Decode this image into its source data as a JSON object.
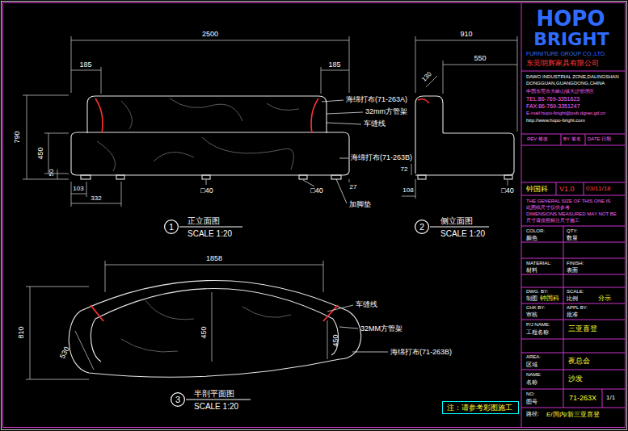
{
  "diagram": {
    "nodes": [
      {
        "text": [
          "1"
        ]
      },
      {
        "text": [
          "2"
        ]
      },
      {
        "text": [
          "3"
        ]
      },
      {
        "text": [
          "注：请参考彩图施工"
        ]
      }
    ],
    "labels": [
      "2500",
      "185",
      "185",
      "790",
      "450",
      "50",
      "103",
      "332",
      "□40",
      "□40",
      "27",
      "海绵打布(71-263A)",
      "32mm方管架",
      "车缝线",
      "海绵打布(71-263B)",
      "加脚垫",
      "正立面图",
      "SCALE 1:20",
      "910",
      "550",
      "130",
      "72",
      "108",
      "□40",
      "侧立面图",
      "SCALE 1:20",
      "1858",
      "810",
      "530",
      "450",
      "450",
      "车缝线",
      "32MM方管架",
      "海绵打布(71-263B)",
      "半剖平面图",
      "SCALE 1:20",
      "HOPO",
      "BRIGHT",
      "FURNITURE GROUP CO.,LTD.",
      "东莞明辉家具有限公司",
      "DAWO INDUSTRIAL ZONE,DALINGSHAN",
      "DONGGUAN,GUANGDONG,CHINA",
      "中国东莞市大岭山镇大沙管理区",
      "TEL:86-769-3351623",
      "FAX:86-769-3351247",
      "E-mail:hopo-bright@pub.dgnet.gd.cn",
      "http://www.hopo-bright.com",
      "REV 修改",
      "BY 签名",
      "DATE 日期",
      "钟国科",
      "V1.0",
      "03/11/18",
      "THE GENERAL SIZE OF THIS ONE IS",
      "此图纸尺寸仅供参考",
      "DIMENSIONS MEASURED MAY NOT BE",
      "尺寸请按照标注尺寸施工",
      "COLOR:",
      "QTY:",
      "颜色",
      "数量",
      "MATERIAL:",
      "FINISH:",
      "材料",
      "表面",
      "DWG. BY:",
      "SCALE:",
      "制图",
      "钟国科",
      "比例",
      "分示",
      "CHK BY:",
      "APPL BY:",
      "审核",
      "批准",
      "P/J NAME:",
      "工程名称",
      "三亚喜登",
      "AREA:",
      "区域",
      "夜总会",
      "NAME:",
      "名称",
      "沙发",
      "NO:",
      "图号",
      "71-263X",
      "1/1",
      "路径:",
      "E/国内/新三亚喜登"
    ]
  }
}
